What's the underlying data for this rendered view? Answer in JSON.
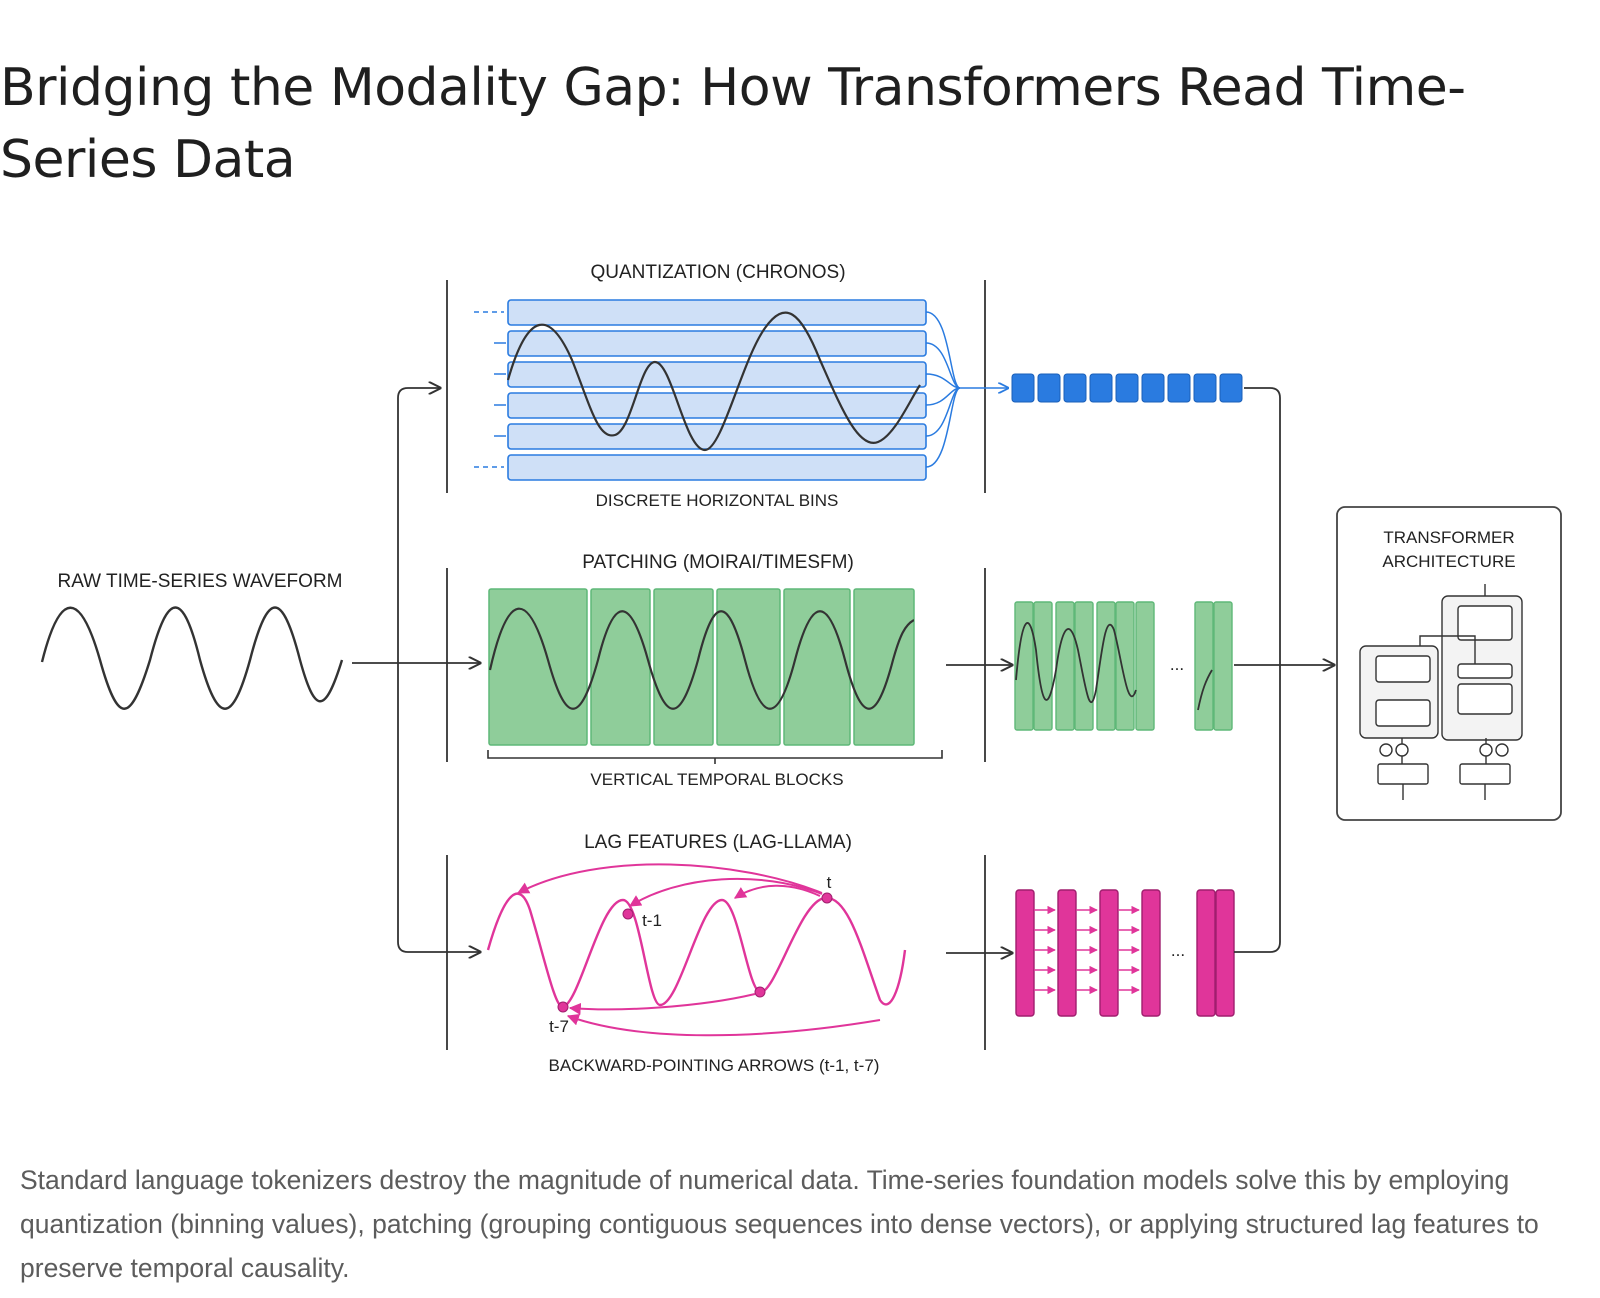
{
  "title": "Bridging the Modality Gap: How Transformers Read Time-Series Data",
  "diagram": {
    "input_label": "RAW TIME-SERIES WAVEFORM",
    "quantization": {
      "heading": "QUANTIZATION (CHRONOS)",
      "sublabel": "DISCRETE HORIZONTAL BINS"
    },
    "patching": {
      "heading": "PATCHING (MOIRAI/TIMESFM)",
      "sublabel": "VERTICAL TEMPORAL BLOCKS"
    },
    "lag": {
      "heading": "LAG FEATURES (LAG-LLAMA)",
      "sublabel": "BACKWARD-POINTING ARROWS (t-1, t-7)",
      "point_t": "t",
      "point_t1": "t-1",
      "point_t7": "t-7"
    },
    "ellipsis": "...",
    "output": {
      "line1": "TRANSFORMER",
      "line2": "ARCHITECTURE"
    },
    "colors": {
      "quantization": "#2a7be0",
      "quantization_fill": "#cfe0f7",
      "patching": "#5fb878",
      "patching_fill": "#8fcd9a",
      "lag": "#e0359a",
      "ink": "#333333"
    },
    "icons": [
      "transformer-architecture-icon",
      "arrow-icon"
    ]
  },
  "caption": "Standard language tokenizers destroy the magnitude of numerical data. Time-series foundation models solve this by employing quantization (binning values), patching (grouping contiguous sequences into dense vectors), or applying structured lag features to preserve temporal causality."
}
